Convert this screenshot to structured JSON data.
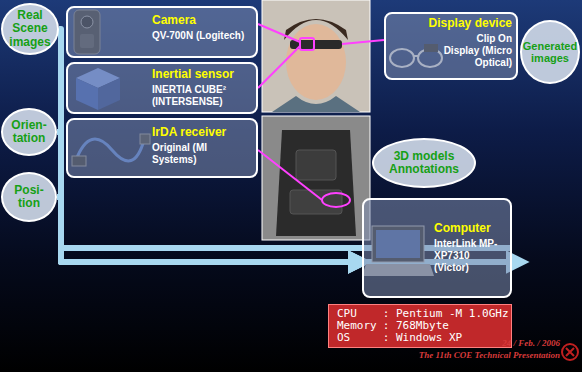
{
  "diagram": {
    "nodes": [
      {
        "text": [
          "Real Scene images"
        ]
      },
      {
        "text": [
          "Camera",
          "QV-700N (Logitech)"
        ]
      },
      {
        "text": [
          "Orien- tation"
        ]
      },
      {
        "text": [
          "Inertial sensor",
          "INERTIA CUBE² (INTERSENSE)"
        ]
      },
      {
        "text": [
          "Posi- tion"
        ]
      },
      {
        "text": [
          "IrDA receiver",
          "Original (MI Systems)"
        ]
      },
      {
        "text": [
          "Display device",
          "Clip On Display (Micro Optical)"
        ]
      },
      {
        "text": [
          "Generated images"
        ]
      },
      {
        "text": [
          "3D models Annotations"
        ]
      },
      {
        "text": [
          "Computer",
          "InterLink MP-XP7310 (Victor)"
        ]
      },
      {
        "text": [
          "CPU",
          ": Pentium -M 1.0GHz",
          "Memory",
          ": 768Mbyte",
          "OS",
          ": Windows XP"
        ]
      }
    ],
    "edges": [
      {
        "from": 0,
        "to": 9,
        "arrow": "to"
      },
      {
        "from": 2,
        "to": 9,
        "arrow": "to"
      },
      {
        "from": 4,
        "to": 9,
        "arrow": "to"
      },
      {
        "from": 9,
        "to": 7,
        "arrow": "to"
      }
    ],
    "labels": [
      "24 / Feb. / 2006",
      "The 11th COE Technical Presentation"
    ]
  }
}
